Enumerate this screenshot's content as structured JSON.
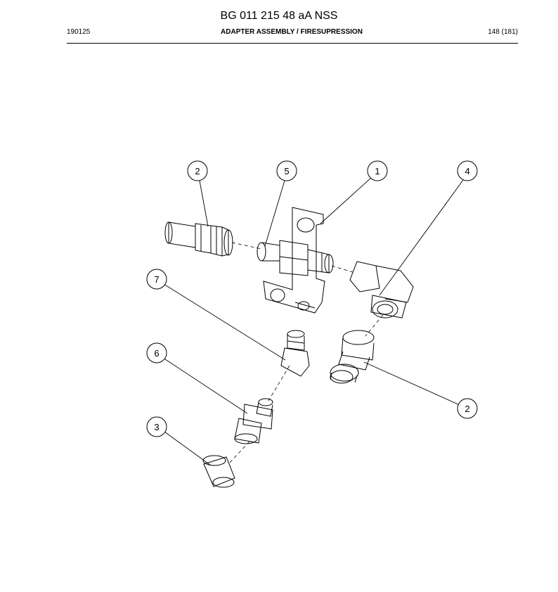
{
  "header": {
    "doc_number": "BG 011 215 48 aA NSS",
    "date_code": "190125",
    "title": "ADAPTER ASSEMBLY / FIRESUPRESSION",
    "page": "148 (181)"
  },
  "callouts": [
    {
      "id": "callout-2-top",
      "label": "2"
    },
    {
      "id": "callout-5",
      "label": "5"
    },
    {
      "id": "callout-1",
      "label": "1"
    },
    {
      "id": "callout-4",
      "label": "4"
    },
    {
      "id": "callout-7",
      "label": "7"
    },
    {
      "id": "callout-6",
      "label": "6"
    },
    {
      "id": "callout-3",
      "label": "3"
    },
    {
      "id": "callout-2-bottom",
      "label": "2"
    }
  ]
}
